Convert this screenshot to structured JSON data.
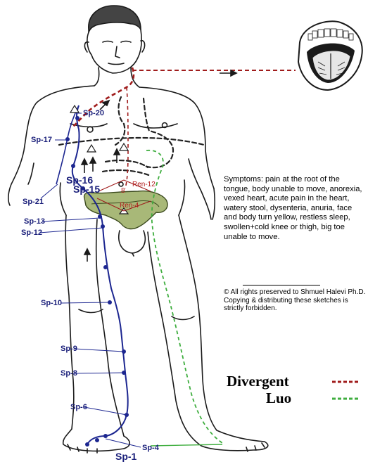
{
  "points_left": [
    "Sp-20",
    "Sp-17",
    "Sp-16",
    "Sp-15",
    "Sp-21",
    "Sp-13",
    "Sp-12",
    "Sp-10",
    "Sp-9",
    "Sp-8",
    "Sp-6",
    "Sp-4",
    "Sp-1"
  ],
  "points_ren": [
    "Ren-12",
    "Ren-4",
    "8"
  ],
  "symptoms": "Symptoms: pain at the root of the tongue, body unable to move, anorexia, vexed heart, acute pain in the heart, watery stool, dysenteria, anuria, face and body turn yellow, restless sleep, swollen+cold knee or thigh, big toe unable to move.",
  "copyright": "© All rights preserved to Shmuel Halevi Ph.D. Copying & distributing these sketches is strictly forbidden.",
  "legend": {
    "divergent": "Divergent",
    "luo": "Luo",
    "divergent_color": "#a01c1c",
    "luo_color": "#3fae3f"
  },
  "colors": {
    "meridian": "#1c2690",
    "skin_outline": "#1a1a1a",
    "colon_fill": "#a8b878"
  }
}
